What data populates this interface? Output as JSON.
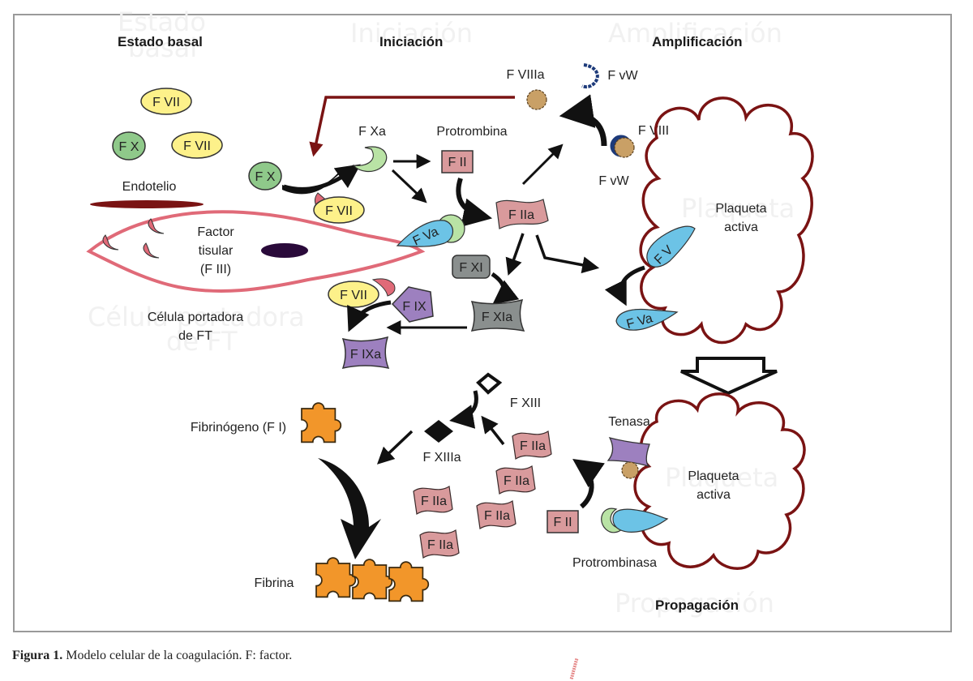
{
  "stages": {
    "basal": "Estado basal",
    "initiation": "Iniciación",
    "amplification": "Amplificación",
    "propagation": "Propagación"
  },
  "ghost_labels": [
    "Estado",
    "basal",
    "Iniciación",
    "Amplificación",
    "Propagación",
    "Célula portadora",
    "de FT",
    "Plaqueta",
    "activa"
  ],
  "basal": {
    "factors": [
      "F VII",
      "F X",
      "F VII"
    ],
    "endothelium_label": "Endotelio",
    "tissue_factor_label": [
      "Factor",
      "tisular",
      "(F III)"
    ],
    "cell_label": [
      "Célula portadora",
      "de FT"
    ]
  },
  "initiation": {
    "fx": "F X",
    "fxa": "F Xa",
    "fvii_top": "F VII",
    "prothrombin_label": "Protrombina",
    "fii": "F II",
    "fiia": "F IIa",
    "fva": "F Va",
    "fxi": "F XI",
    "fxia": "F XIa",
    "fvii_bottom": "F VII",
    "fix": "F IX",
    "fixa": "F IXa"
  },
  "amplification": {
    "fviiia": "F VIIIa",
    "fvw_top": "F vW",
    "fviii": "F VIII",
    "fvw_bottom": "F vW",
    "platelet_label": [
      "Plaqueta",
      "activa"
    ],
    "fv": "F V",
    "fva": "F Va"
  },
  "propagation": {
    "fibrinogen": "Fibrinógeno (F I)",
    "fibrin": "Fibrina",
    "fxiii": "F XIII",
    "fxiiia": "F XIIIa",
    "fiia_items": [
      "F IIa",
      "F IIa",
      "F IIa",
      "F IIa",
      "F IIa"
    ],
    "fii": "F II",
    "tenase": "Tenasa",
    "prothrombinase": "Protrombinasa",
    "platelet_label": [
      "Plaqueta",
      "activa"
    ]
  },
  "caption": {
    "prefix": "Figura 1.",
    "text": " Modelo celular de la coagulación. F: factor."
  },
  "colors": {
    "yellow_factor": "#fdf18a",
    "green_factor": "#8fc98a",
    "light_green": "#b9e3a5",
    "pink_factor": "#d99a9c",
    "blue_factor": "#6cc3e6",
    "gray_factor": "#8a8f8e",
    "purple_factor": "#9d80bf",
    "orange_fibrin": "#f2962a",
    "brown_fviii": "#c9a066",
    "dark_red": "#7a1313",
    "cell_pink": "#e06a78",
    "nucleus": "#2a0a3a",
    "fvw_blue": "#1d3a7a"
  }
}
